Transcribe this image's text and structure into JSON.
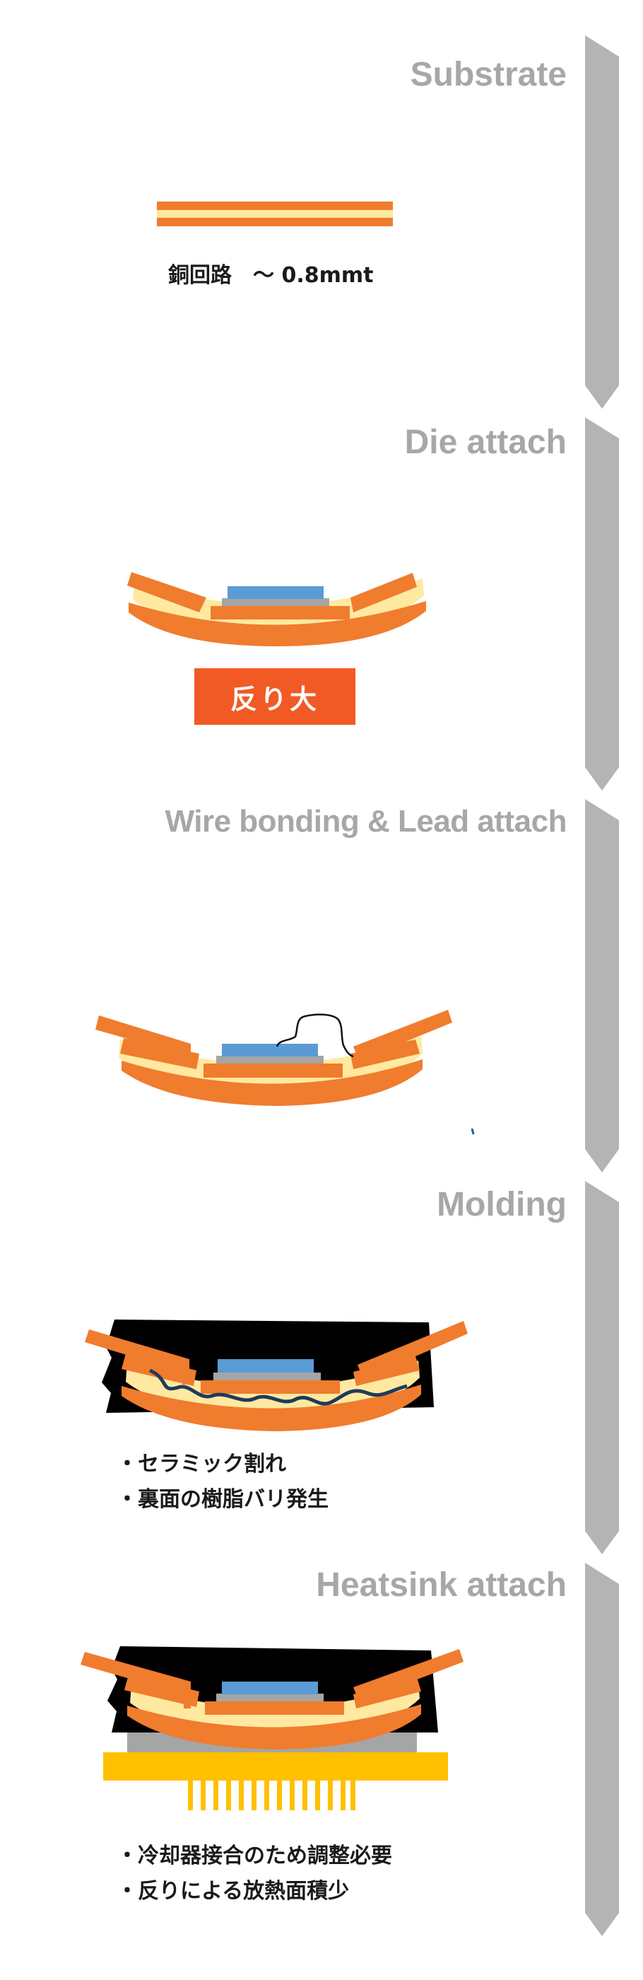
{
  "stages": [
    {
      "title": "Substrate"
    },
    {
      "title": "Die attach"
    },
    {
      "title": "Wire bonding & Lead attach"
    },
    {
      "title": "Molding"
    },
    {
      "title": "Heatsink attach"
    }
  ],
  "substrate": {
    "caption": "銅回路　～ 0.8mmt"
  },
  "die_attach": {
    "badge": "反り大"
  },
  "molding": {
    "notes": [
      "・セラミック割れ",
      "・裏面の樹脂バリ発生"
    ]
  },
  "heatsink": {
    "notes": [
      "・冷却器接合のため調整必要",
      "・反りによる放熱面積少"
    ]
  },
  "colors": {
    "copper": "#f07c2e",
    "ceramic": "#ffe9a0",
    "chip": "#5b9bd5",
    "solder": "#a5a5a5",
    "mold": "#000000",
    "heatsink": "#ffc000",
    "arrow": "#b4b4b4",
    "badge": "#f15a24",
    "title": "#a7a7a7"
  }
}
